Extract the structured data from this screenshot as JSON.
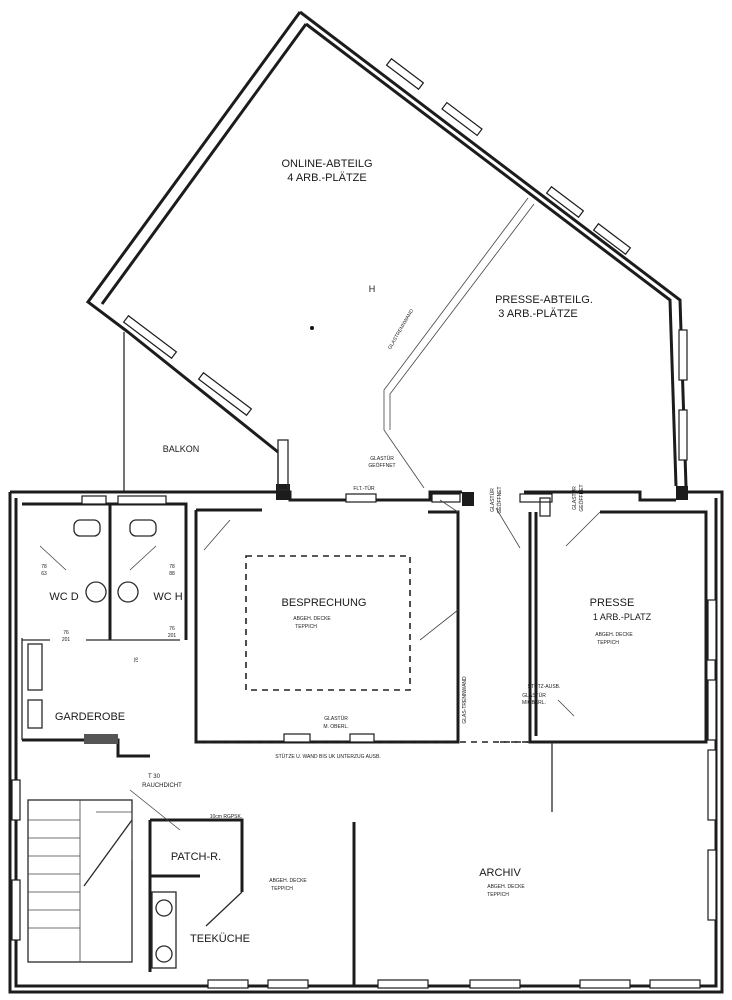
{
  "rooms": {
    "online": {
      "line1": "ONLINE-ABTEILG",
      "line2": "4 ARB.-PLÄTZE"
    },
    "presse_abteilung": {
      "line1": "PRESSE-ABTEILG.",
      "line2": "3 ARB.-PLÄTZE"
    },
    "balkon": "BALKON",
    "besprechung": {
      "name": "BESPRECHUNG",
      "line2": "ABGEH. DECKE",
      "line3": "TEPPICH"
    },
    "presse": {
      "name": "PRESSE",
      "line2": "1 ARB.-PLATZ",
      "line3": "ABGEH. DECKE",
      "line4": "TEPPICH"
    },
    "wc_d": "WC D",
    "wc_h": "WC H",
    "garderobe": "GARDEROBE",
    "patch": "PATCH-R.",
    "archiv": {
      "name": "ARCHIV",
      "line2": "ABGEH. DECKE",
      "line3": "TEPPICH"
    },
    "patch_ceiling": {
      "line1": "ABGEH. DECKE",
      "line2": "TEPPICH"
    },
    "teekueche": "TEEKÜCHE"
  },
  "notes": {
    "glastuer_geoeffnet_left": {
      "line1": "GLASTÜR",
      "line2": "GEÖFFNET"
    },
    "glastuer_geoeffnet_mid": {
      "line1": "GLASTÜR",
      "line2": "GEÖFFNET"
    },
    "glastuer_geoeffnet_right": {
      "line1": "GLASTÜR",
      "line2": "GEÖFFNET"
    },
    "glastrennwand_diag": "GLASTRENNWAND",
    "glas_trennwand": "GLAS-TRENNWAND",
    "flt_tur": "FLT.-TÜR",
    "glastuer_m_oberl": {
      "line1": "GLASTÜR",
      "line2": "M. OBERL."
    },
    "stuetze_wand": "STÜTZE U. WAND BIS UK UNTERZUG AUSB.",
    "stuetz_ausb": {
      "line1": "STÜTZ-AUSB.",
      "line2": "GLASTÜR",
      "line3": "MIOBERL."
    },
    "t30_rauchdicht": {
      "line1": "T 30",
      "line2": "RAUCHDICHT"
    },
    "rgpsk": "10cm RGPSK.",
    "mark_h": "H",
    "door_78_63": {
      "a": "78",
      "b": "63"
    },
    "door_78_88": {
      "a": "78",
      "b": "88"
    },
    "door_76_201": {
      "a": "76",
      "b": "201"
    },
    "door_76_201b": {
      "a": "76",
      "b": "201"
    },
    "door_mark_small": "76"
  }
}
